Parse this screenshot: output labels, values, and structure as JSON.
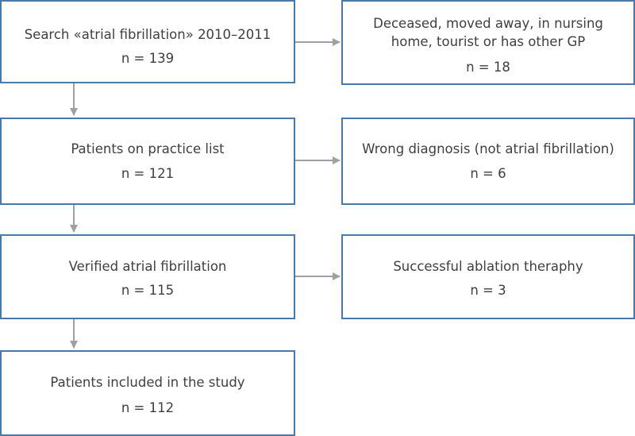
{
  "main_steps": [
    {
      "label": "Search «atrial fibrillation» 2010–2011",
      "count": "n = 139"
    },
    {
      "label": "Patients on practice list",
      "count": "n = 121"
    },
    {
      "label": "Verified atrial fibrillation",
      "count": "n = 115"
    },
    {
      "label": "Patients included in the study",
      "count": "n = 112"
    }
  ],
  "exclusions": [
    {
      "label_line1": "Deceased, moved away, in nursing",
      "label_line2": "home, tourist or has other GP",
      "count": "n = 18"
    },
    {
      "label": "Wrong diagnosis (not atrial fibrillation)",
      "count": "n = 6"
    },
    {
      "label": "Successful ablation theraphy",
      "count": "n = 3"
    }
  ],
  "colors": {
    "box_border": "#4a79a8",
    "arrow": "#a0a0a0",
    "text": "#3f3f3f"
  }
}
